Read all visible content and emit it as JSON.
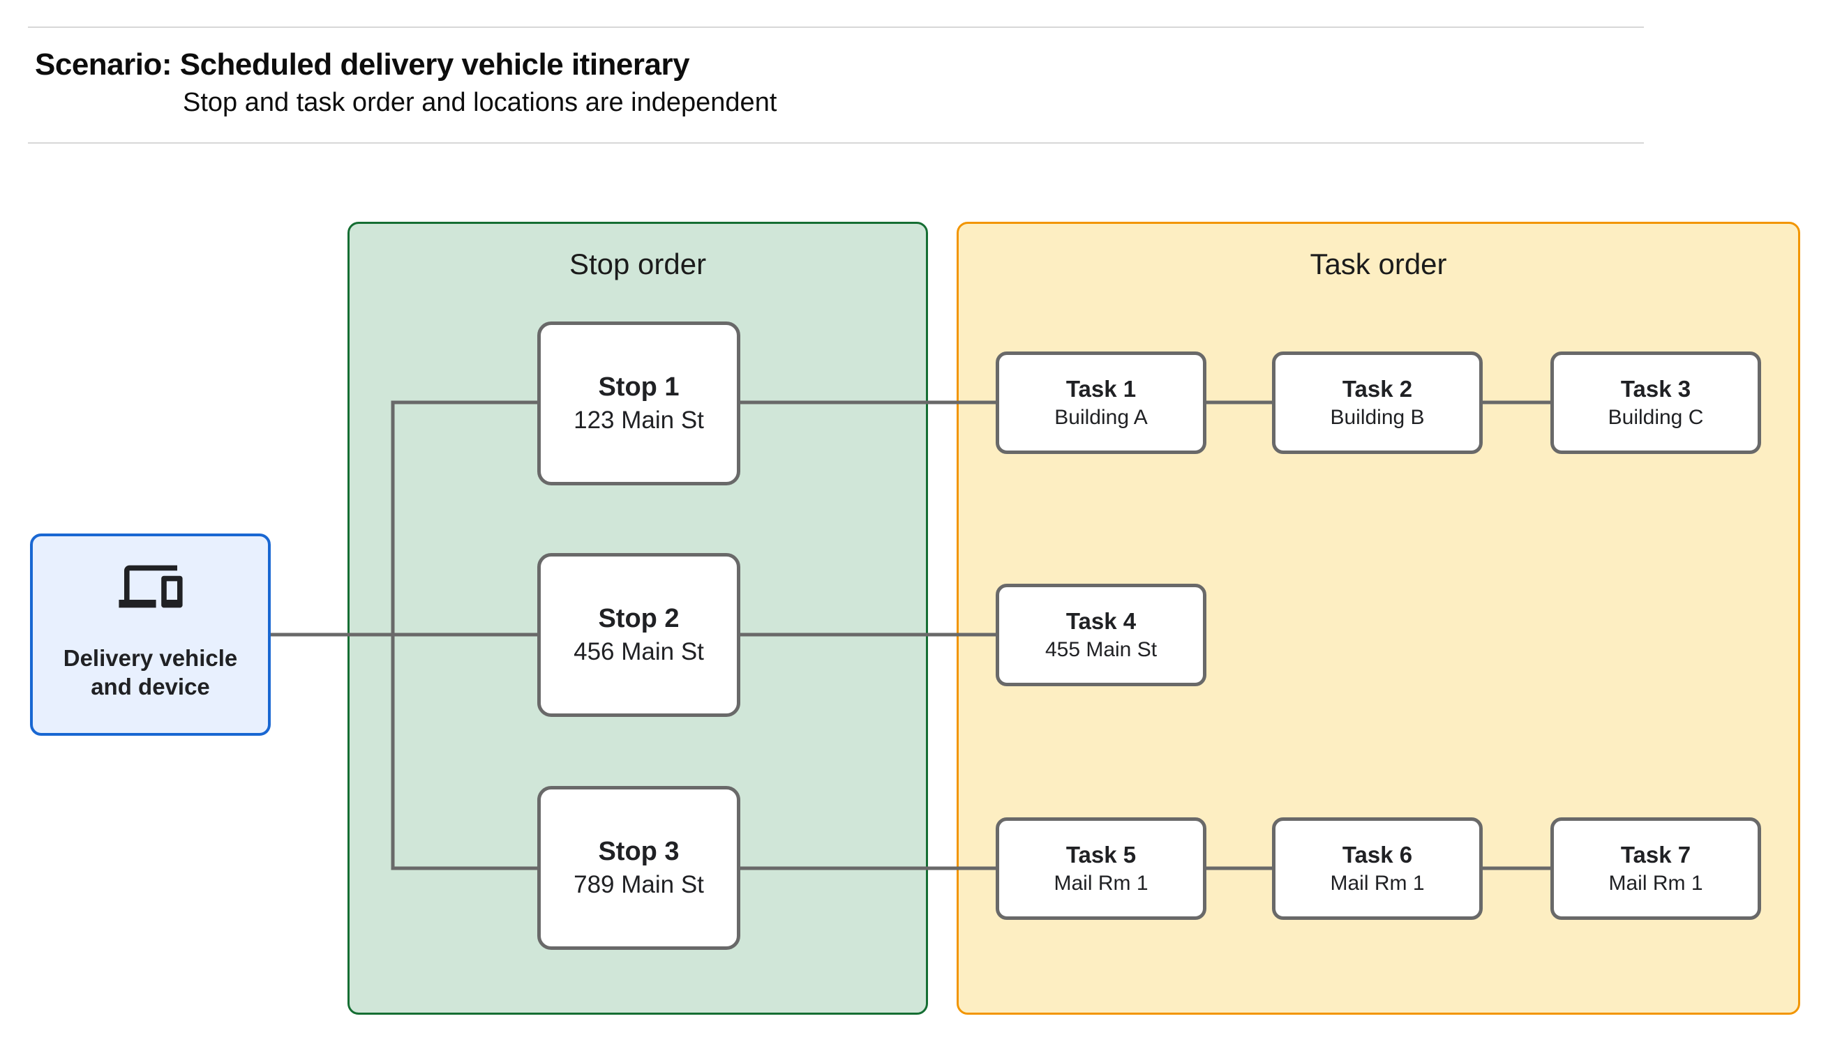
{
  "header": {
    "title": "Scenario: Scheduled delivery vehicle itinerary",
    "subtitle": "Stop and task order and locations are independent"
  },
  "device_node": {
    "icon": "devices-icon",
    "label": "Delivery vehicle and device"
  },
  "stop_panel": {
    "title": "Stop order",
    "fill": "#d0e6d8",
    "border": "#156e33"
  },
  "task_panel": {
    "title": "Task order",
    "fill": "#fdeec2",
    "border": "#f29500"
  },
  "stops": [
    {
      "title": "Stop 1",
      "subtitle": "123 Main St"
    },
    {
      "title": "Stop 2",
      "subtitle": "456 Main St"
    },
    {
      "title": "Stop 3",
      "subtitle": "789 Main St"
    }
  ],
  "tasks": [
    {
      "title": "Task 1",
      "subtitle": "Building A"
    },
    {
      "title": "Task 2",
      "subtitle": "Building B"
    },
    {
      "title": "Task 3",
      "subtitle": "Building C"
    },
    {
      "title": "Task 4",
      "subtitle": "455 Main St"
    },
    {
      "title": "Task 5",
      "subtitle": "Mail Rm 1"
    },
    {
      "title": "Task 6",
      "subtitle": "Mail Rm 1"
    },
    {
      "title": "Task 7",
      "subtitle": "Mail Rm 1"
    }
  ],
  "colors": {
    "connector": "#696969",
    "node_border": "#696969",
    "device_fill": "#e8f0fe",
    "device_border": "#1967d2",
    "hairline": "#d7d7d7",
    "text": "#202124"
  }
}
